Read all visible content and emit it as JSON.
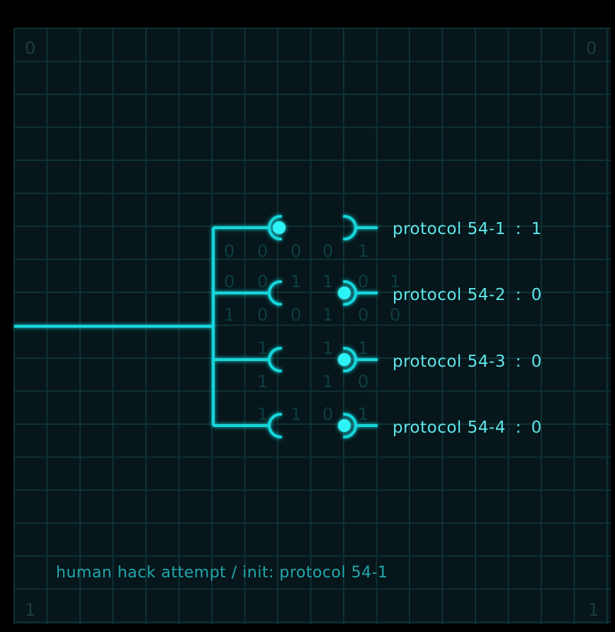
{
  "corners": {
    "top_left": "0",
    "top_right": "0",
    "bottom_left": "1",
    "bottom_right": "1"
  },
  "protocols": [
    {
      "name": "protocol 54-1",
      "value": "1",
      "active_side": "left"
    },
    {
      "name": "protocol 54-2",
      "value": "0",
      "active_side": "right"
    },
    {
      "name": "protocol 54-3",
      "value": "0",
      "active_side": "right"
    },
    {
      "name": "protocol 54-4",
      "value": "0",
      "active_side": "right"
    }
  ],
  "separator": ":",
  "status_text": "human hack attempt / init: protocol 54-1",
  "background_bits": [
    "0",
    "0",
    "0",
    "0",
    "1",
    "0",
    "0",
    "1",
    "1",
    "0",
    "1",
    "1",
    "0",
    "0",
    "1",
    "0",
    "0",
    "1",
    "1",
    "1",
    "1",
    "1",
    "0",
    "1",
    "1",
    "0",
    "1"
  ],
  "colors": {
    "background": "#000000",
    "grid_panel": "#06161a",
    "grid_line": "#0f3135",
    "wire": "#12d6dc",
    "node_active": "#2ff3f6",
    "label": "#5fe6ea",
    "status": "#22a7ad"
  }
}
